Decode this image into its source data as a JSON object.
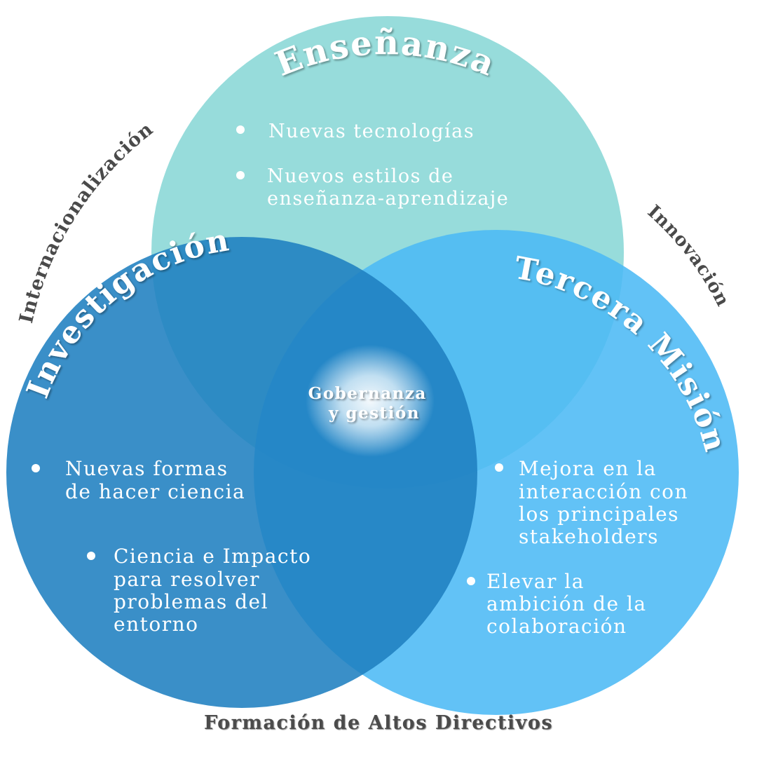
{
  "diagram": {
    "circles": {
      "teaching": {
        "title": "Enseñanza",
        "color": "#97dcdb",
        "items": [
          "Nuevas tecnologías",
          "Nuevos estilos de enseñanza-aprendizaje"
        ]
      },
      "research": {
        "title": "Investigación",
        "color": "#2a88c6",
        "items": [
          "Nuevas formas de hacer ciencia",
          "Ciencia e Impacto para resolver problemas del entorno"
        ]
      },
      "third_mission": {
        "title": "Tercera Misión",
        "color": "#4cbaf5",
        "items": [
          "Mejora en la interacción con los principales stakeholders",
          "Elevar la ambición de la colaboración"
        ]
      }
    },
    "center": {
      "line1": "Gobernanza",
      "line2": "y gestión"
    },
    "side_labels": {
      "left": "Internacionalización",
      "right": "Innovación"
    },
    "footer": "Formación de Altos Directivos"
  }
}
